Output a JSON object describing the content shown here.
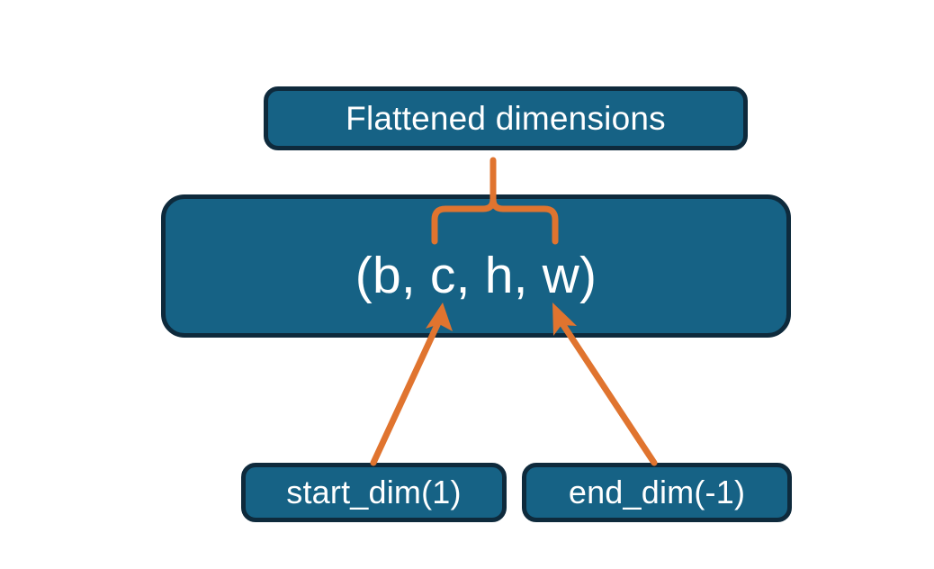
{
  "diagram": {
    "title_concept": "flatten-dimensions",
    "background_color": "#ffffff",
    "node_fill_color": "#166285",
    "node_border_color": "#0e2a3c",
    "node_text_color": "#ffffff",
    "connector_color": "#e0742f",
    "nodes": [
      {
        "id": "flattened",
        "label": "Flattened dimensions"
      },
      {
        "id": "shape",
        "label": "(b, c, h, w)"
      },
      {
        "id": "startdim",
        "label": "start_dim(1)"
      },
      {
        "id": "enddim",
        "label": "end_dim(-1)"
      }
    ],
    "connectors": [
      {
        "id": "brace",
        "from": "shape",
        "to": "flattened",
        "kind": "curly-brace"
      },
      {
        "id": "arrow-startdim",
        "from": "startdim",
        "to": "shape",
        "kind": "arrow"
      },
      {
        "id": "arrow-enddim",
        "from": "enddim",
        "to": "shape",
        "kind": "arrow"
      }
    ]
  }
}
